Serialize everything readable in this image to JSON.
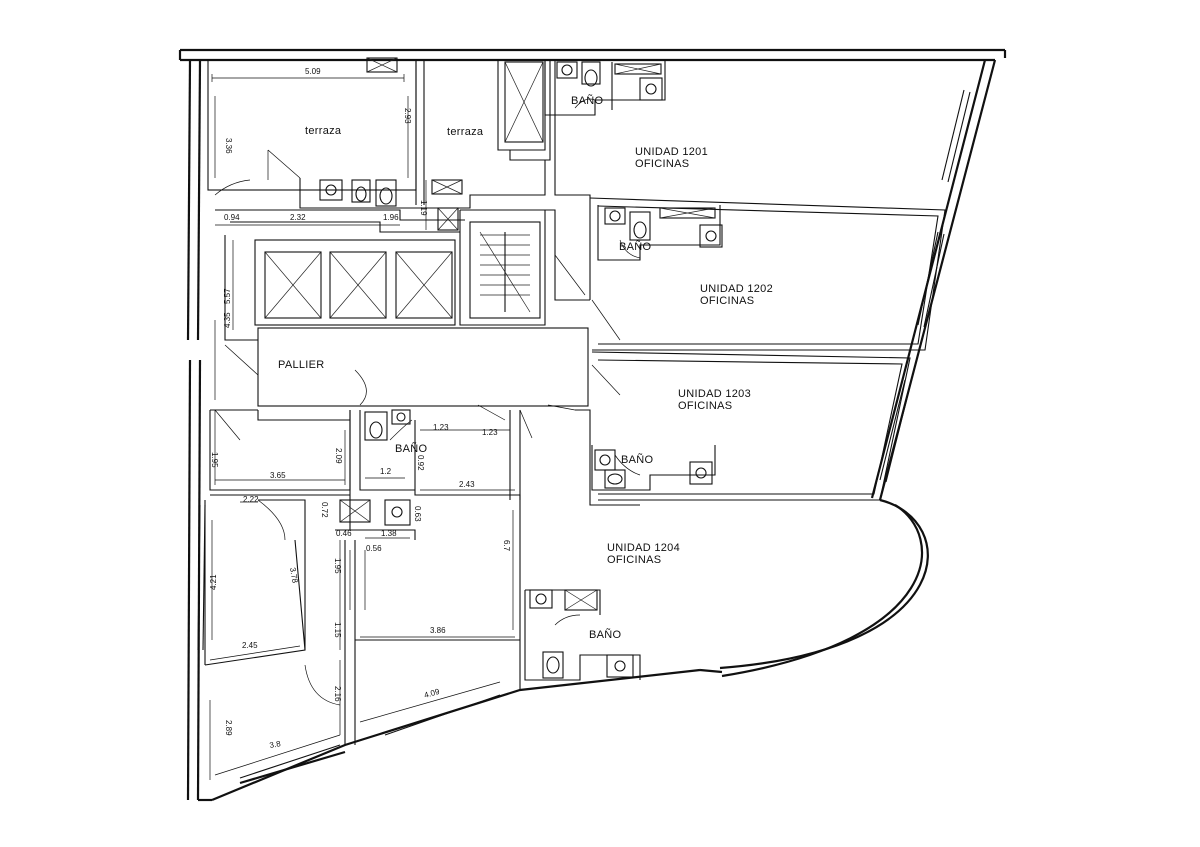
{
  "rooms": {
    "terraza_1": "terraza",
    "terraza_2": "terraza",
    "pallier": "PALLIER",
    "u1201_name": "UNIDAD  1201",
    "u1201_use": "OFICINAS",
    "u1202_name": "UNIDAD  1202",
    "u1202_use": "OFICINAS",
    "u1203_name": "UNIDAD  1203",
    "u1203_use": "OFICINAS",
    "u1204_name": "UNIDAD  1204",
    "u1204_use": "OFICINAS",
    "bano_1": "BAÑO",
    "bano_2": "BAÑO",
    "bano_3": "BAÑO",
    "bano_4": "BAÑO",
    "bano_5": "BAÑO"
  },
  "dimensions": {
    "d509": "5.09",
    "d336": "3.36",
    "d293": "2.93",
    "d094": "0.94",
    "d232": "2.32",
    "d196": "1.96",
    "d119": "1.19",
    "d557": "5.57",
    "d435": "4.35",
    "d123a": "1.23",
    "d123b": "1.23",
    "d209": "2.09",
    "d195a": "1.95",
    "d365": "3.65",
    "d12": "1.2",
    "d092": "0.92",
    "d243": "2.43",
    "d222": "2.22",
    "d072": "0.72",
    "d063": "0.63",
    "d046": "0.46",
    "d138": "1.38",
    "d056": "0.56",
    "d67": "6.7",
    "d421": "4.21",
    "d378": "3.78",
    "d195b": "1.95",
    "d115": "1.15",
    "d386": "3.86",
    "d245": "2.45",
    "d216": "2.16",
    "d409": "4.09",
    "d289": "2.89",
    "d38": "3.8"
  }
}
